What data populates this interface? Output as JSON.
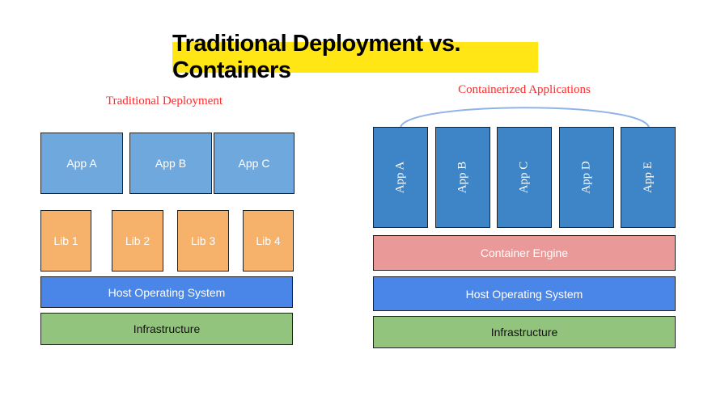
{
  "title": "Traditional Deployment vs. Containers",
  "traditional": {
    "heading": "Traditional Deployment",
    "apps": [
      "App A",
      "App B",
      "App C"
    ],
    "libs": [
      "Lib 1",
      "Lib 2",
      "Lib 3",
      "Lib 4"
    ],
    "os": "Host Operating System",
    "infra": "Infrastructure"
  },
  "containers": {
    "heading": "Containerized Applications",
    "apps": [
      "App A",
      "App B",
      "App C",
      "App D",
      "App E"
    ],
    "engine": "Container Engine",
    "os": "Host Operating System",
    "infra": "Infrastructure"
  }
}
